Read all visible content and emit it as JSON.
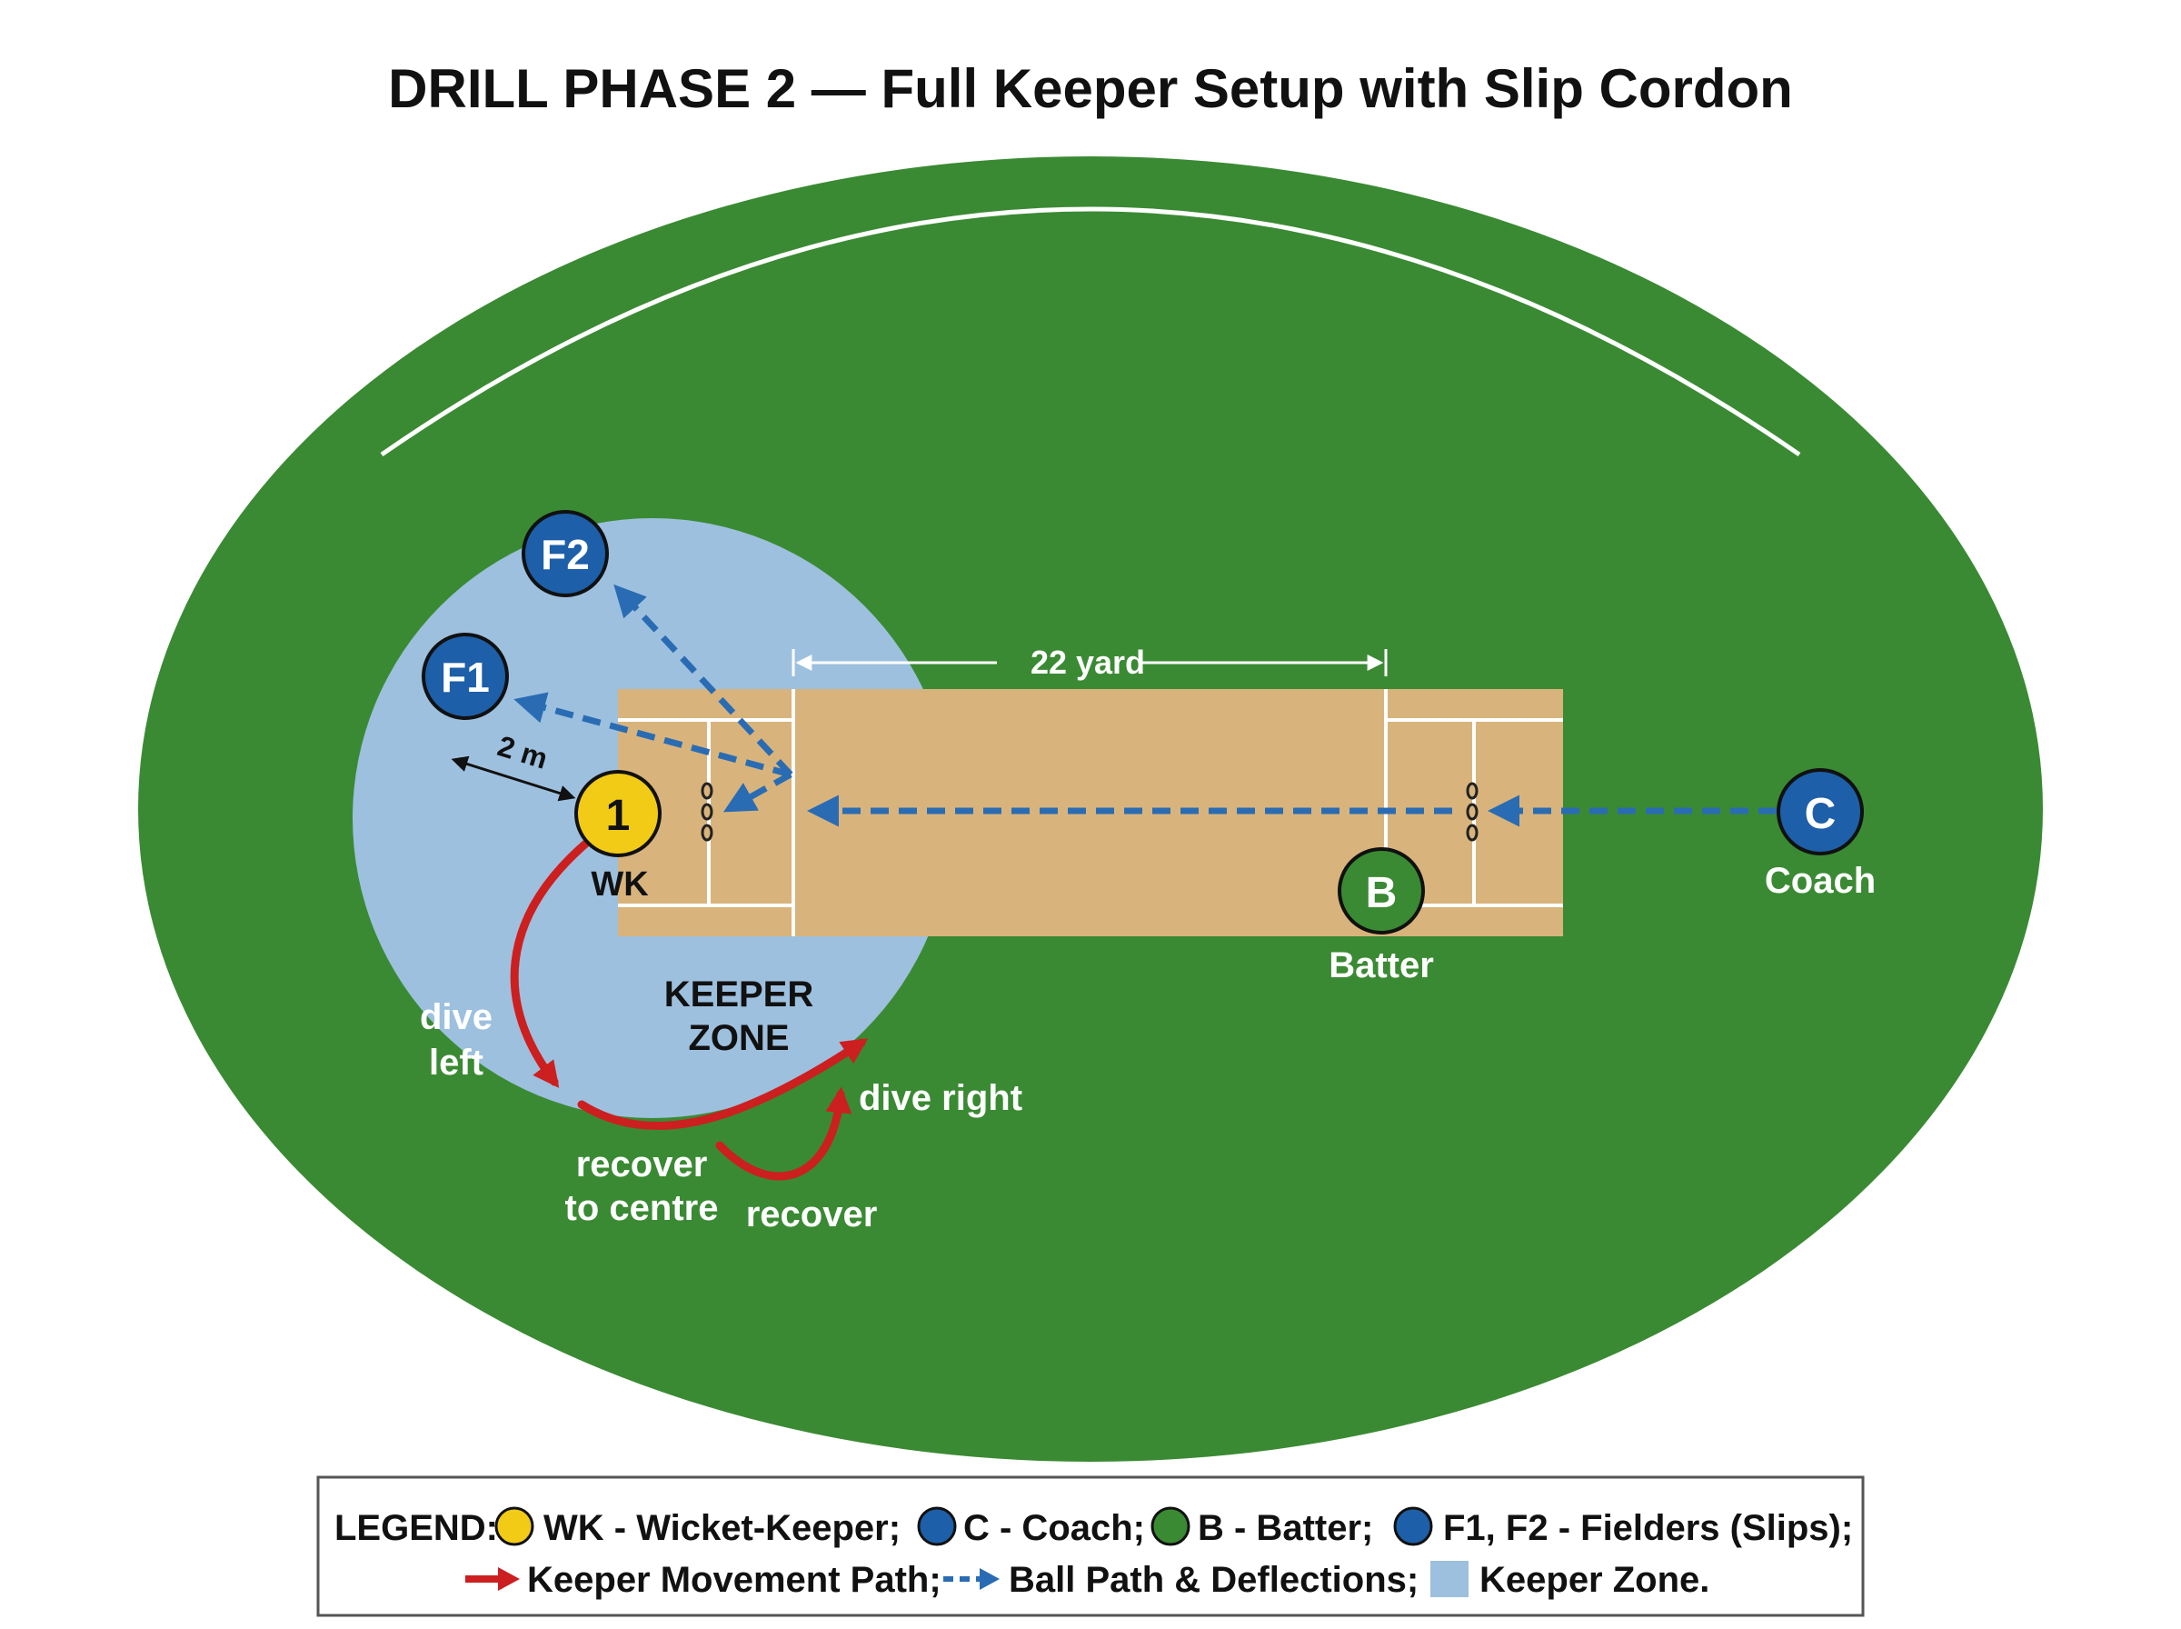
{
  "title": "DRILL PHASE 2 — Full Keeper Setup with Slip Cordon",
  "colors": {
    "background": "#ffffff",
    "field": "#3a8a33",
    "field_edge": "#2f7a2a",
    "pitch": "#d8b47c",
    "keeper_zone": "#9dc0de",
    "keeper": "#f2cb16",
    "coach_fielder": "#1d5fa8",
    "batter": "#3a8a33",
    "movement": "#cc1f1f",
    "ball_path": "#2a6cb3"
  },
  "pitch": {
    "length_label": "22 yard"
  },
  "zone": {
    "label_line1": "KEEPER",
    "label_line2": "ZONE"
  },
  "players": {
    "keeper": {
      "token": "1",
      "label": "WK"
    },
    "batter": {
      "token": "B",
      "label": "Batter"
    },
    "coach": {
      "token": "C",
      "label": "Coach"
    },
    "fielder1": {
      "token": "F1"
    },
    "fielder2": {
      "token": "F2"
    }
  },
  "distance_label": "2 m",
  "movement_labels": {
    "dive_left_1": "dive",
    "dive_left_2": "left",
    "dive_right": "dive right",
    "recover_centre_1": "recover",
    "recover_centre_2": "to centre",
    "recover": "recover"
  },
  "legend": {
    "prefix": "LEGEND:",
    "wk": "WK - Wicket-Keeper;",
    "coach": "C - Coach;",
    "batter": "B - Batter;",
    "fielders": "F1, F2 - Fielders (Slips);",
    "movement": "Keeper Movement Path;",
    "ball": "Ball Path & Deflections;",
    "zone": "Keeper Zone."
  },
  "icons": {
    "keeper_marker": "yellow-circle-icon",
    "coach_marker": "blue-circle-icon",
    "batter_marker": "green-circle-icon",
    "fielder_marker": "blue-circle-icon",
    "movement_arrow": "red-arrow-icon",
    "ball_arrow": "dashed-blue-arrow-icon",
    "zone_swatch": "light-blue-square-icon"
  }
}
